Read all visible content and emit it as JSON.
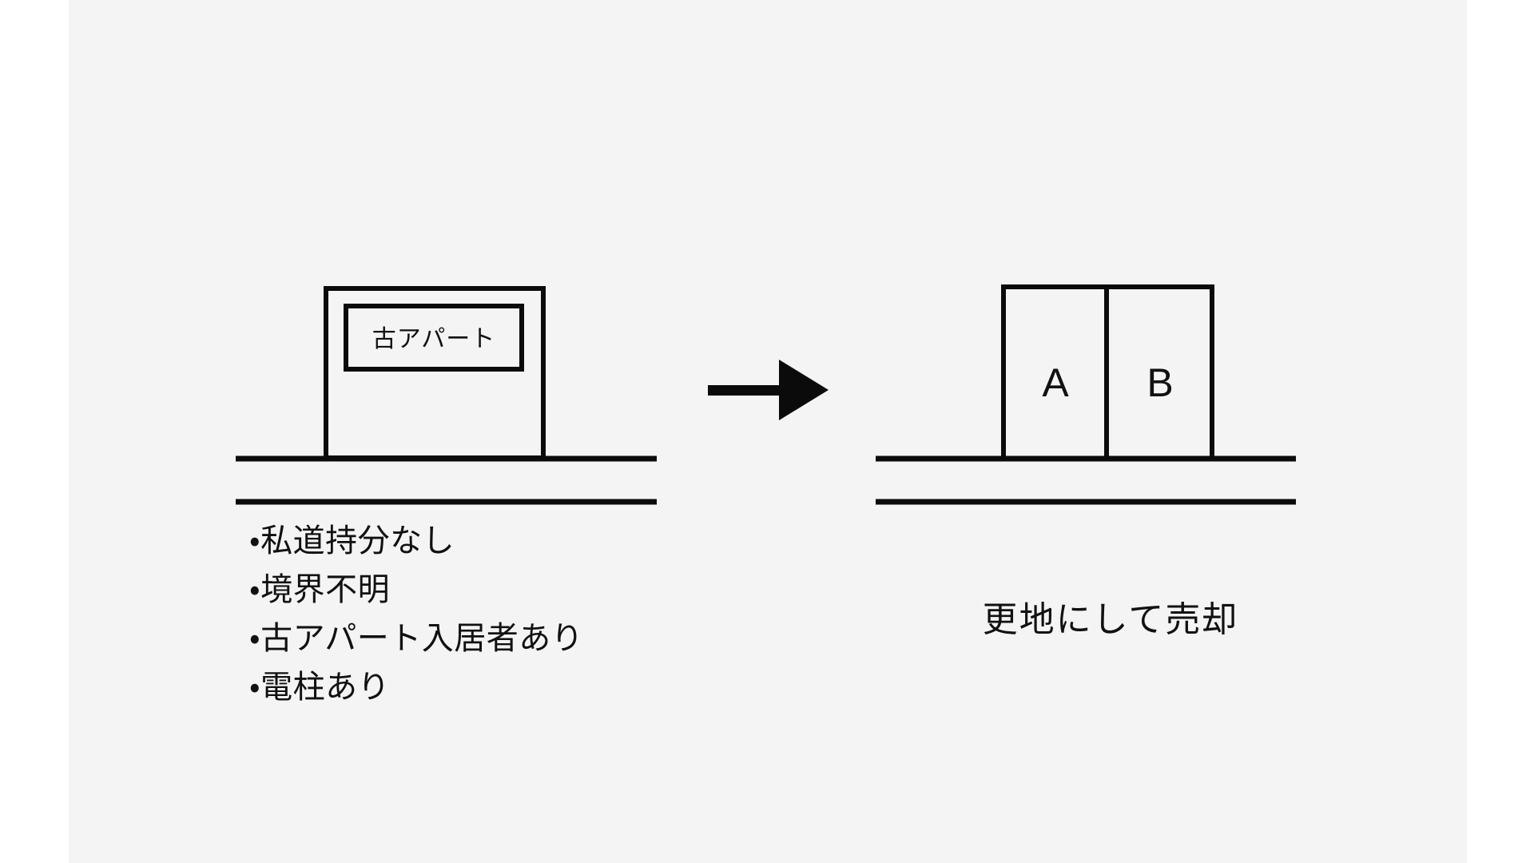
{
  "theme": {
    "page_background": "#ffffff",
    "panel_background": "#f4f4f5",
    "ink": "#0b0b0b",
    "text": "#111111"
  },
  "diagram": {
    "title_semantic": "property-before-after-diagram",
    "before": {
      "building": {
        "label": "古アパート"
      },
      "road": {
        "semantic": "road-band"
      },
      "bullets": [
        {
          "marker": "・",
          "text": "私道持分なし"
        },
        {
          "marker": "・",
          "text": "境界不明"
        },
        {
          "marker": "・",
          "text": "古アパート入居者あり"
        },
        {
          "marker": "・",
          "text": "電柱あり"
        }
      ]
    },
    "arrow": {
      "semantic": "right-arrow",
      "direction": "right"
    },
    "after": {
      "plots": [
        {
          "label": "A"
        },
        {
          "label": "B"
        }
      ],
      "road": {
        "semantic": "road-band"
      },
      "caption": "更地にして売却"
    }
  }
}
